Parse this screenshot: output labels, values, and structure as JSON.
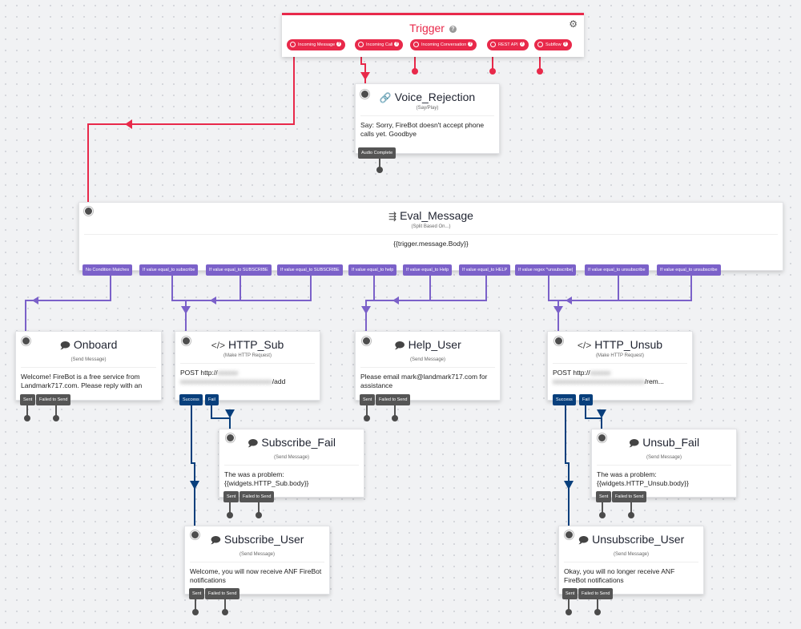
{
  "trigger": {
    "title": "Trigger",
    "help_icon": "?",
    "settings_icon": "⚙",
    "accent_color": "#e8294a",
    "ports": [
      "Incoming Message",
      "Incoming Call",
      "Incoming Conversation",
      "REST API",
      "Subflow"
    ]
  },
  "colors": {
    "purple": "#7b61c9",
    "navy": "#083f7c",
    "grey": "#555555",
    "red": "#e8294a"
  },
  "widgets": {
    "voice": {
      "icon": "🔗",
      "title": "Voice_Rejection",
      "type": "(Say/Play)",
      "body": "Say: Sorry, FireBot doesn't accept phone calls yet. Goodbye",
      "ports": [
        "Audio Complete"
      ]
    },
    "eval": {
      "icon": "⇶",
      "title": "Eval_Message",
      "type": "(Split Based On...)",
      "body": "{{trigger.message.Body}}",
      "ports": [
        "No Condition Matches",
        "If value equal_to subscribe",
        "If value equal_to SUBSCRIBE",
        "If value equal_to SUBSCRIBE",
        "If value equal_to help",
        "If value equal_to Help",
        "If value equal_to HELP",
        "If value regex ^unsubscribe|",
        "If value equal_to unsubscribe",
        "If value equal_to unsubscribe"
      ]
    },
    "onboard": {
      "icon": "🗩",
      "title": "Onboard",
      "type": "(Send Message)",
      "body": "Welcome! FireBot is a free service from Landmark717.com. Please reply with an",
      "ports": [
        "Sent",
        "Failed to Send"
      ]
    },
    "http_sub": {
      "icon": "</>",
      "title": "HTTP_Sub",
      "type": "(Make HTTP Request)",
      "body_prefix": "POST http://",
      "body_suffix": "/add",
      "ports": [
        "Success",
        "Fail"
      ]
    },
    "help": {
      "icon": "🗩",
      "title": "Help_User",
      "type": "(Send Message)",
      "body": "Please email mark@landmark717.com for assistance",
      "ports": [
        "Sent",
        "Failed to Send"
      ]
    },
    "http_unsub": {
      "icon": "</>",
      "title": "HTTP_Unsub",
      "type": "(Make HTTP Request)",
      "body_prefix": "POST http://",
      "body_suffix": "/rem...",
      "ports": [
        "Success",
        "Fail"
      ]
    },
    "sub_fail": {
      "icon": "🗩",
      "title": "Subscribe_Fail",
      "type": "(Send Message)",
      "body": "The was a problem: {{widgets.HTTP_Sub.body}}",
      "ports": [
        "Sent",
        "Failed to Send"
      ]
    },
    "unsub_fail": {
      "icon": "🗩",
      "title": "Unsub_Fail",
      "type": "(Send Message)",
      "body": "The was a problem: {{widgets.HTTP_Unsub.body}}",
      "ports": [
        "Sent",
        "Failed to Send"
      ]
    },
    "sub_user": {
      "icon": "🗩",
      "title": "Subscribe_User",
      "type": "(Send Message)",
      "body": "Welcome, you will now receive ANF FireBot notifications",
      "ports": [
        "Sent",
        "Failed to Send"
      ]
    },
    "unsub_user": {
      "icon": "🗩",
      "title": "Unsubscribe_User",
      "type": "(Send Message)",
      "body": "Okay, you will no longer receive ANF FireBot notifications",
      "ports": [
        "Sent",
        "Failed to Send"
      ]
    }
  }
}
